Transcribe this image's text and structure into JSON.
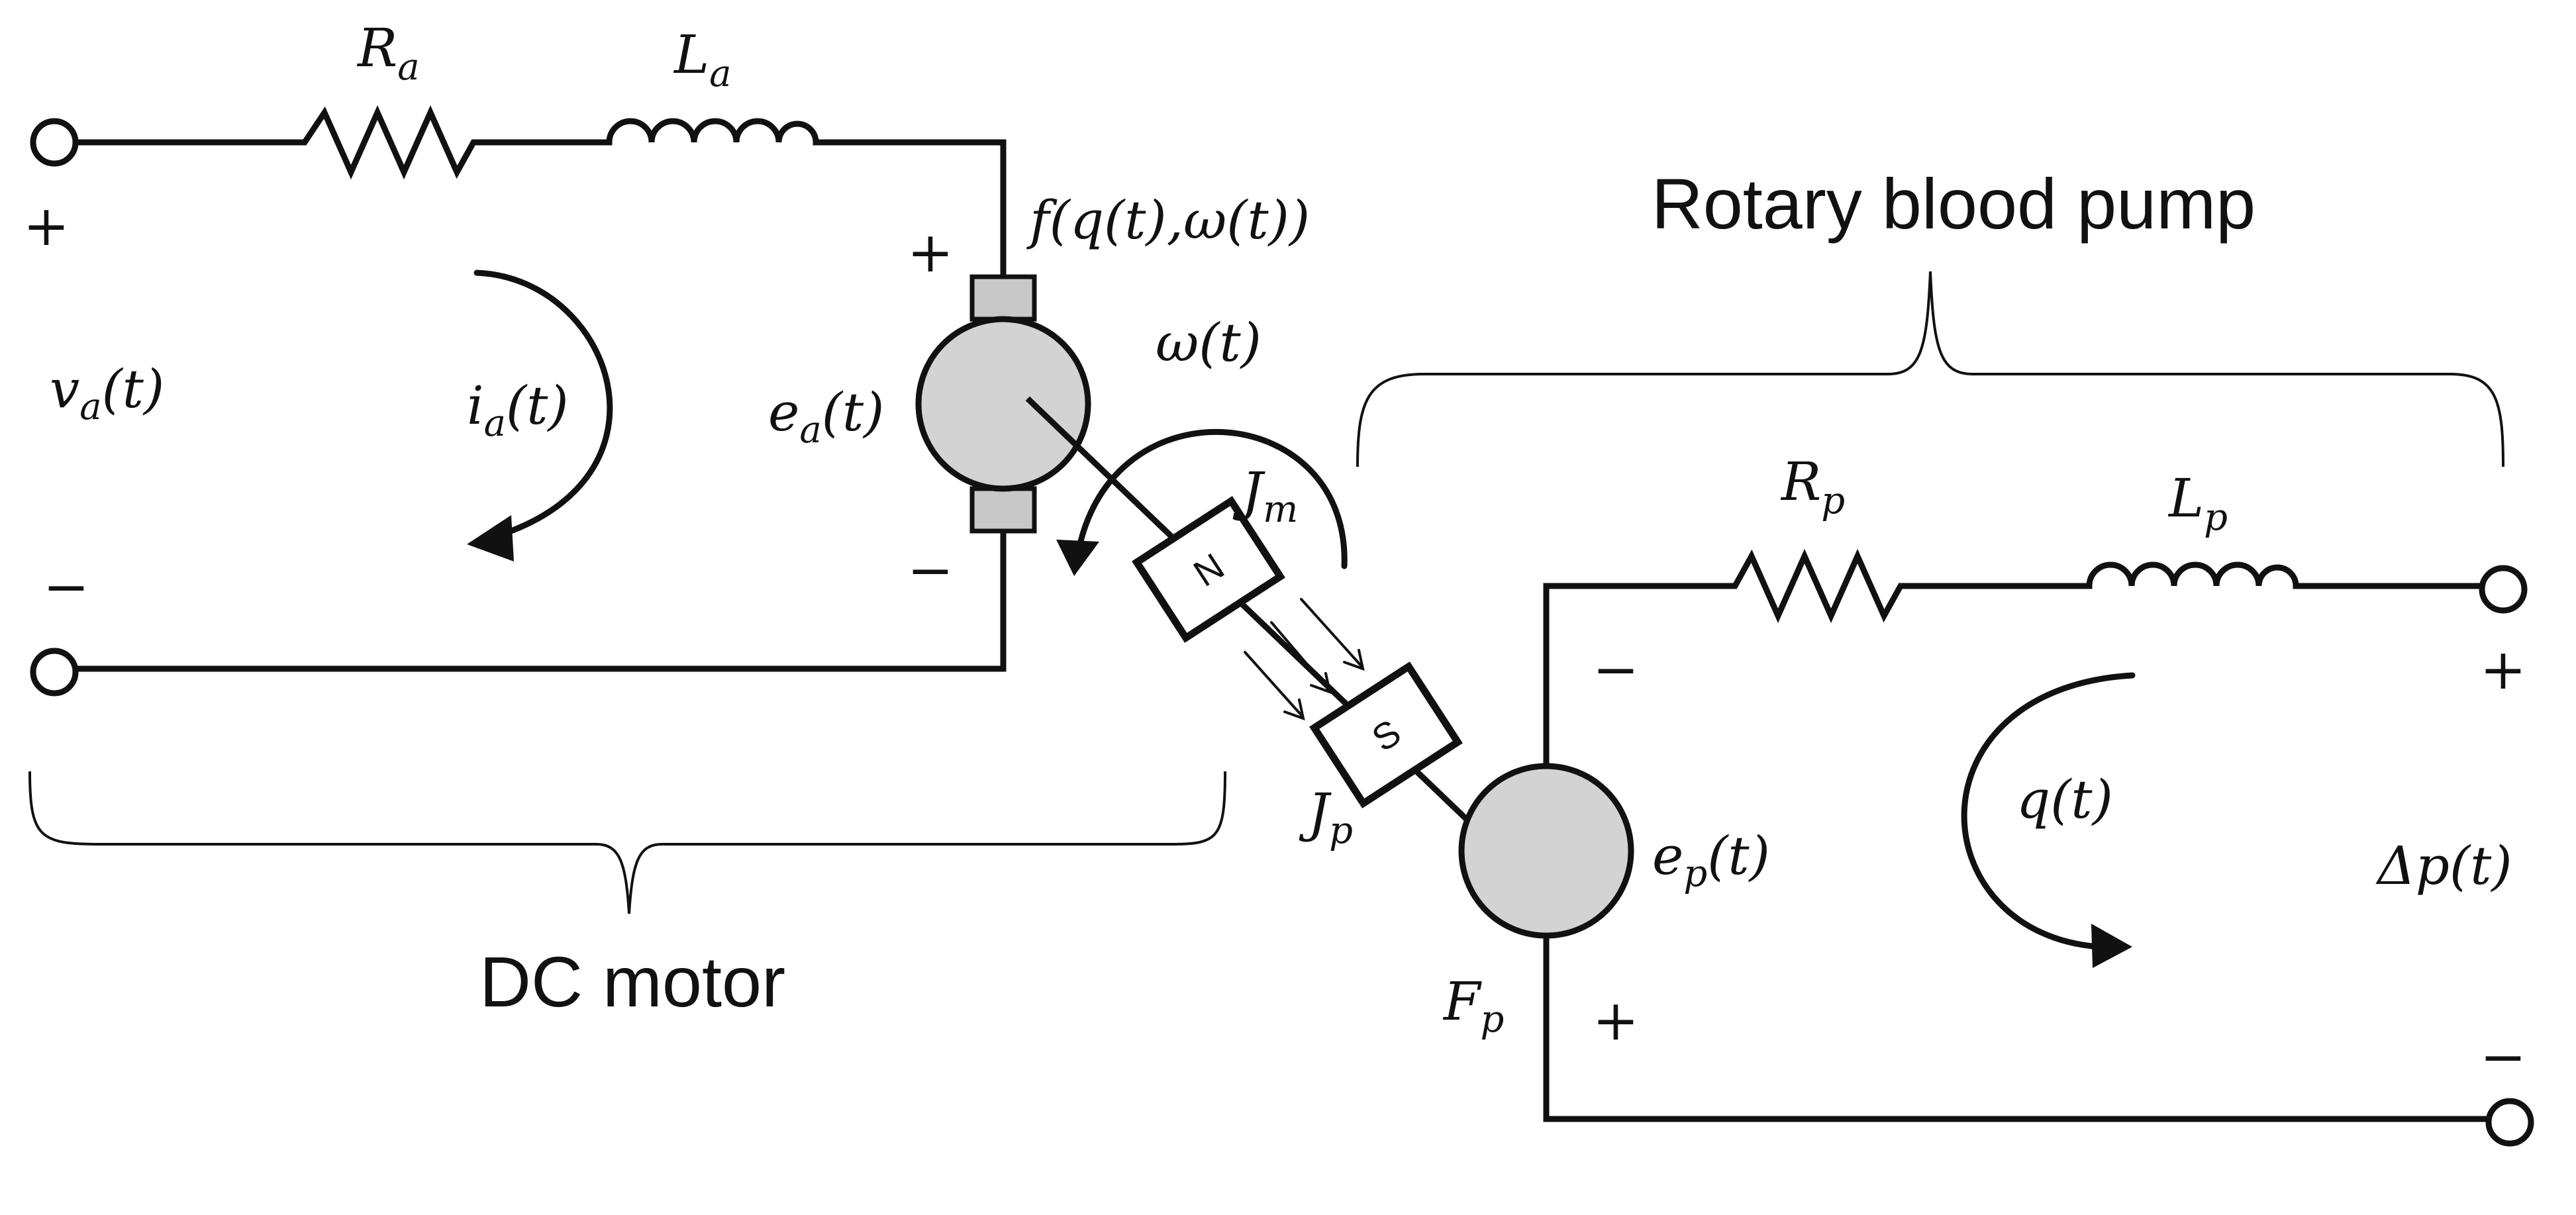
{
  "labels": {
    "Ra": "R",
    "Ra_sub": "a",
    "La": "L",
    "La_sub": "a",
    "va": "v",
    "va_sub": "a",
    "va_arg": "(t)",
    "ia": "i",
    "ia_sub": "a",
    "ia_arg": "(t)",
    "ea": "e",
    "ea_sub": "a",
    "ea_arg": "(t)",
    "f_expr": "f(q(t),ω(t))",
    "omega": "ω(t)",
    "Jm": "J",
    "Jm_sub": "m",
    "Jp": "J",
    "Jp_sub": "p",
    "Rp": "R",
    "Rp_sub": "p",
    "Lp": "L",
    "Lp_sub": "p",
    "ep": "e",
    "ep_sub": "p",
    "ep_arg": "(t)",
    "Fp": "F",
    "Fp_sub": "p",
    "q": "q(t)",
    "dp": "Δp(t)"
  },
  "magnets": {
    "north": "N",
    "south": "S"
  },
  "signs": {
    "plus": "+",
    "minus": "−"
  },
  "sections": {
    "dc_motor": "DC motor",
    "pump": "Rotary blood pump"
  }
}
